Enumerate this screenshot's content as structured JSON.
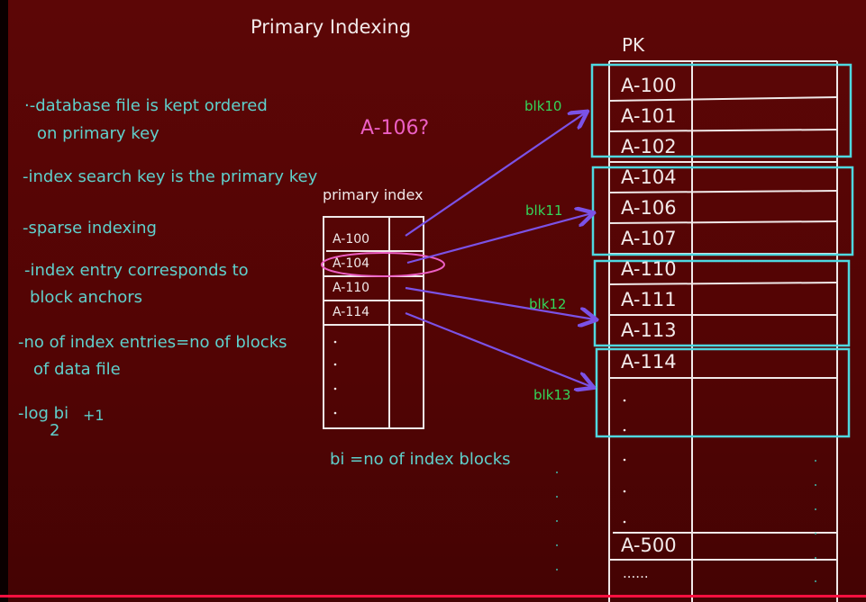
{
  "title": "Primary Indexing",
  "bullets": {
    "b1a": "·-database file is kept ordered",
    "b1b": "on primary key",
    "b2": "-index search key is the primary key",
    "b3": "-sparse indexing",
    "b4a": "-index entry corresponds to",
    "b4b": "block anchors",
    "b5a": "-no of index entries=no of blocks",
    "b5b": "of data file",
    "b6a": "-log bi",
    "b6sub": "2",
    "b6b": "+1"
  },
  "query": "A-106?",
  "index": {
    "label": "primary index",
    "entries": [
      "A-100",
      "A-104",
      "A-110",
      "A-114"
    ],
    "note": "bi =no of index blocks"
  },
  "data_file": {
    "header": "PK",
    "rows": [
      "A-100",
      "A-101",
      "A-102",
      "A-104",
      "A-106",
      "A-107",
      "A-110",
      "A-111",
      "A-113",
      "A-114"
    ],
    "tail": [
      "A-500",
      "......"
    ]
  },
  "blocks": [
    "blk10",
    "blk11",
    "blk12",
    "blk13"
  ],
  "colors": {
    "text": "#5fd0cc",
    "arrow": "#7b52e6",
    "box": "#4fd8e0",
    "highlight": "#ec5fc4",
    "block_label": "#33d65a"
  }
}
